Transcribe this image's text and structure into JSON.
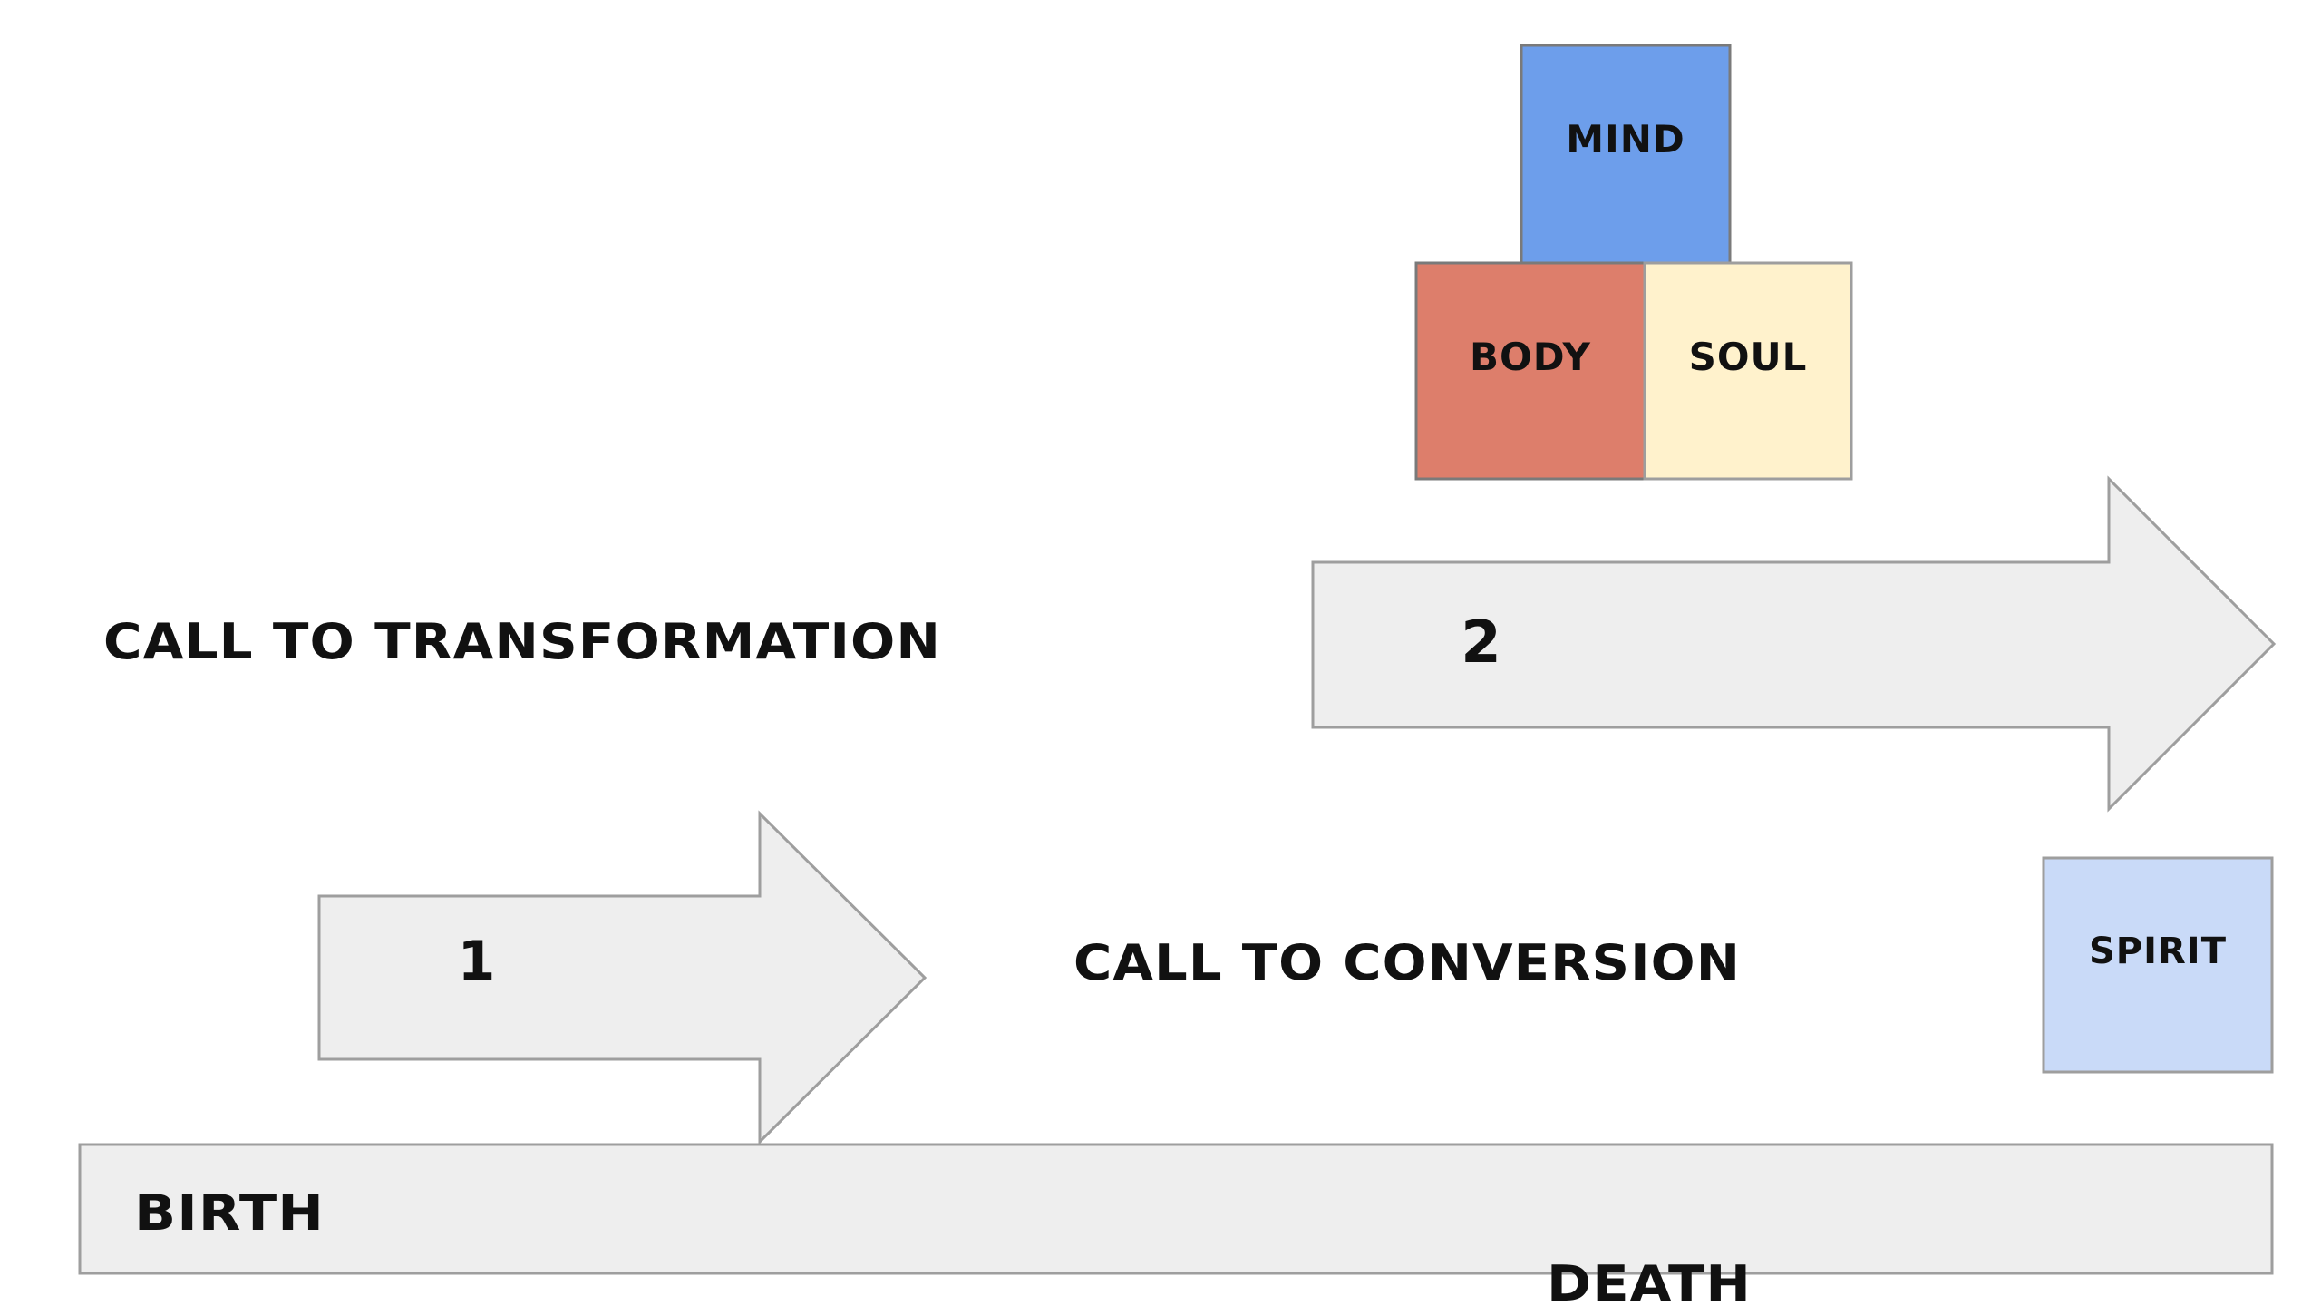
{
  "diagram": {
    "boxes": {
      "mind": "MIND",
      "body": "BODY",
      "soul": "SOUL",
      "spirit": "SPIRIT"
    },
    "arrows": {
      "arrow_1": "1",
      "arrow_2": "2"
    },
    "labels": {
      "call_to_transformation": "CALL TO TRANSFORMATION",
      "call_to_conversion": "CALL TO CONVERSION",
      "birth": "BIRTH",
      "death": "DEATH"
    },
    "colors": {
      "mind": "#6D9EEB",
      "body": "#DD7E6B",
      "soul": "#FFF2CC",
      "spirit": "#C9DAF8",
      "arrow_fill": "#EEEEEE",
      "stroke": "#9E9E9E"
    }
  }
}
